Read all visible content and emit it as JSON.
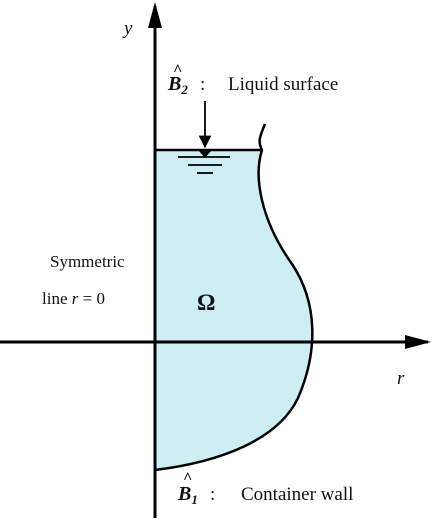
{
  "diagram": {
    "axis_y_label": "y",
    "axis_r_label": "r",
    "domain_label": "Ω",
    "symmetric_line": {
      "line1": "Symmetric",
      "line2_prefix": "line ",
      "line2_var": "r",
      "line2_suffix": " = 0"
    },
    "boundary_top": {
      "symbol": "B",
      "hat": "^",
      "subscript": "2",
      "colon": ":",
      "text": "Liquid surface"
    },
    "boundary_bottom": {
      "symbol": "B",
      "hat": "^",
      "subscript": "1",
      "colon": ":",
      "text": "Container wall"
    },
    "colors": {
      "liquid_fill": "#cdeef3",
      "stroke": "#000000"
    }
  }
}
